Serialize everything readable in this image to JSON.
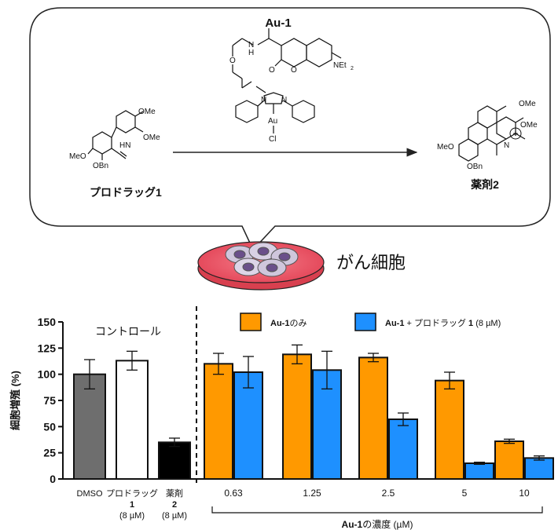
{
  "scheme": {
    "catalyst_label": "Au-1",
    "prodrug_label": "プロドラッグ",
    "prodrug_number": "1",
    "drug_label": "薬剤",
    "drug_number": "2",
    "cells_label": "がん細胞",
    "structure_atoms": {
      "nh": "N",
      "h": "H",
      "o1": "O",
      "o2": "O",
      "o3": "O",
      "net2": "NEt",
      "net2_sub": "2",
      "n1": "N",
      "n2": "N",
      "au": "Au",
      "cl": "Cl",
      "ome1": "OMe",
      "ome2": "OMe",
      "meo": "MeO",
      "obn": "OBn",
      "hn": "HN",
      "d_ome1": "OMe",
      "d_ome2": "OMe",
      "d_meo": "MeO",
      "d_obn": "OBn",
      "d_n": "N",
      "d_plus": "+"
    }
  },
  "chart_data": {
    "type": "bar",
    "ylabel": "細胞増殖 (%)",
    "ylim": [
      0,
      150
    ],
    "yticks": [
      "0",
      "25",
      "50",
      "75",
      "100",
      "125",
      "150"
    ],
    "control_title": "コントロール",
    "control": [
      {
        "label": "DMSO",
        "label2": "",
        "label3": "",
        "value": 100,
        "err": 14,
        "color": "#6e6e6e"
      },
      {
        "label": "プロドラッグ",
        "label2": "1",
        "label3": "(8 µM)",
        "value": 113,
        "err": 9,
        "color": "#ffffff"
      },
      {
        "label": "薬剤",
        "label2": "2",
        "label3": "(8 µM)",
        "value": 35,
        "err": 4,
        "color": "#000000"
      }
    ],
    "categories": [
      "0.63",
      "1.25",
      "2.5",
      "5",
      "10"
    ],
    "series": [
      {
        "name": "Au-1のみ",
        "color": "#ff9900",
        "values": [
          110,
          119,
          116,
          94,
          36
        ],
        "errors": [
          10,
          9,
          4,
          8,
          2
        ]
      },
      {
        "name": "Au-1 + プロドラッグ 1 (8 µM)",
        "color": "#1e90ff",
        "values": [
          102,
          104,
          57,
          15,
          20
        ],
        "errors": [
          15,
          18,
          6,
          1,
          2
        ]
      }
    ],
    "legend": [
      {
        "bold": "Au-1",
        "rest": "のみ"
      },
      {
        "bold": "Au-1",
        "rest": " + プロドラッグ ",
        "bold2": "1",
        "rest2": " (8 µM)"
      }
    ],
    "xlabel_bold": "Au-1",
    "xlabel_rest": "の濃度 (µM)",
    "legend_placement": "top",
    "grid": false
  }
}
